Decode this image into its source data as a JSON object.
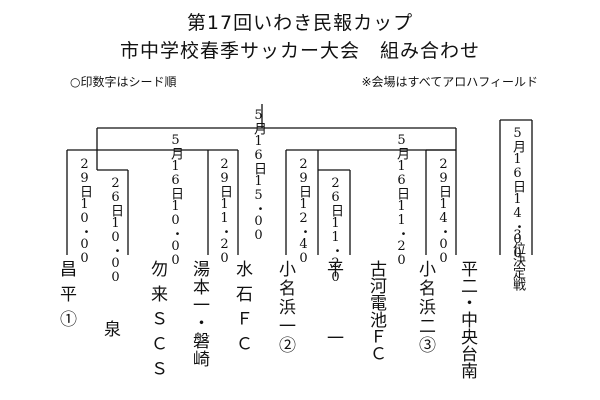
{
  "title_line1": "第17回いわき民報カップ",
  "title_line2": "市中学校春季サッカー大会　組み合わせ",
  "note_seed": "○印数字はシード順",
  "note_venue": "※会場はすべてアロハフィールド",
  "schedule": {
    "final": "5月16日15・00",
    "semi_left": "5月16日10・00",
    "semi_right": "5月16日11・20",
    "third_place": "5月16日14・00",
    "r1_a": "29日10・00",
    "r1_b": "26日10・00",
    "r1_c": "29日11・20",
    "r1_d": "29日12・40",
    "r1_e": "26日11・20",
    "r1_f": "29日14・00"
  },
  "third_place_label": "3位決定戦",
  "teams": [
    "昌平①",
    "泉",
    "勿来ＳＣＳ",
    "湯本一・磐崎",
    "水石ＦＣ",
    "小名浜一②",
    "平一",
    "古河電池ＦＣ",
    "小名浜二③",
    "平二・中央台南"
  ]
}
